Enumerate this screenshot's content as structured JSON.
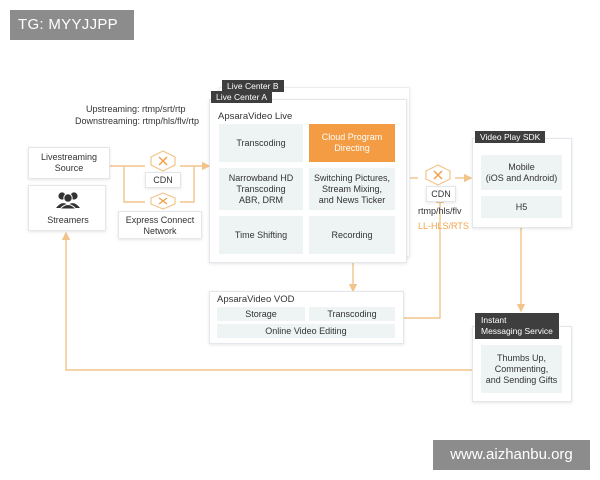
{
  "watermarks": {
    "top_left": "TG: MYYJJPP",
    "bottom_right": "www.aizhanbu.org"
  },
  "streaming": {
    "upstream": "Upstreaming: rtmp/srt/rtp",
    "downstream": "Downstreaming: rtmp/hls/flv/rtp"
  },
  "source": {
    "livestreaming_source": "Livestreaming\nSource",
    "streamers": "Streamers"
  },
  "ingest": {
    "cdn": "CDN",
    "express_connect": "Express Connect\nNetwork"
  },
  "live_center": {
    "tag_b": "Live Center B",
    "tag_a": "Live Center A",
    "title": "ApsaraVideo Live",
    "cells": {
      "transcoding": "Transcoding",
      "cloud_program_directing": "Cloud Program\nDirecting",
      "narrowband": "Narrowband HD\nTranscoding\nABR, DRM",
      "switching": "Switching Pictures,\nStream Mixing,\nand News Ticker",
      "time_shifting": "Time Shifting",
      "recording": "Recording"
    }
  },
  "vod": {
    "title": "ApsaraVideo VOD",
    "storage": "Storage",
    "transcoding": "Transcoding",
    "online_editing": "Online Video Editing"
  },
  "delivery": {
    "cdn": "CDN",
    "protocols": "rtmp/hls/flv",
    "low_latency": "LL-HLS/RTS"
  },
  "player_sdk": {
    "tag": "Video Play SDK",
    "mobile": "Mobile\n(iOS and Android)",
    "h5": "H5"
  },
  "im_service": {
    "tag": "Instant\nMessaging Service",
    "features": "Thumbs Up,\nCommenting,\nand Sending Gifts"
  },
  "colors": {
    "flow_line": "#f2c48a",
    "highlight": "#f39c43",
    "cell_bg": "#eef3f4",
    "tag_bg": "#3e3e3e",
    "low_latency_text": "#f0a54a"
  }
}
